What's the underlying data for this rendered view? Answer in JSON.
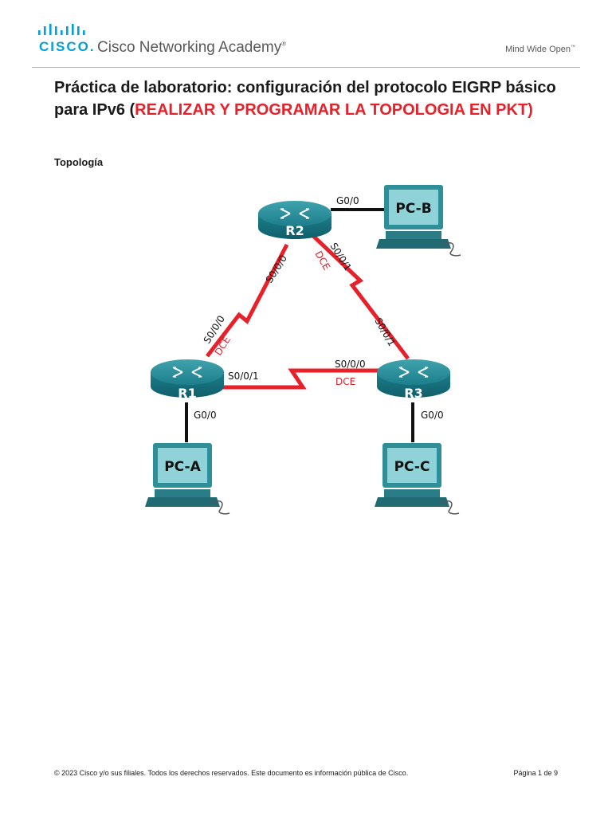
{
  "header": {
    "cisco_word": "CISCO.",
    "academy": "Cisco Networking Academy",
    "academy_mark": "®",
    "tagline": "Mind Wide Open",
    "tagline_mark": "™"
  },
  "title": {
    "part1": "Práctica de laboratorio: configuración del protocolo EIGRP básico para IPv6 (",
    "part_red": "REALIZAR Y PROGRAMAR LA TOPOLOGIA EN PKT)"
  },
  "section_heading": "Topología",
  "topology": {
    "routers": {
      "r1": "R1",
      "r2": "R2",
      "r3": "R3"
    },
    "pcs": {
      "pca": "PC-A",
      "pcb": "PC-B",
      "pcc": "PC-C"
    },
    "interfaces": {
      "r2_g00": "G0/0",
      "r2_s000": "S0/0/0",
      "r2_s001": "S0/0/1",
      "r1_s000": "S0/0/0",
      "r1_s001": "S0/0/1",
      "r1_g00": "G0/0",
      "r3_s000": "S0/0/0",
      "r3_s001": "S0/0/1",
      "r3_g00": "G0/0"
    },
    "dce": {
      "r2": "DCE",
      "r1": "DCE",
      "r3": "DCE"
    },
    "colors": {
      "serial_link": "#e8202a",
      "ethernet_link": "#111111",
      "router": "#1d7e8b",
      "pc": "#2f8f98"
    }
  },
  "footer": {
    "copyright": "© 2023 Cisco y/o sus filiales. Todos los derechos reservados. Este documento es información pública de Cisco.",
    "page": "Página 1 de 9"
  }
}
